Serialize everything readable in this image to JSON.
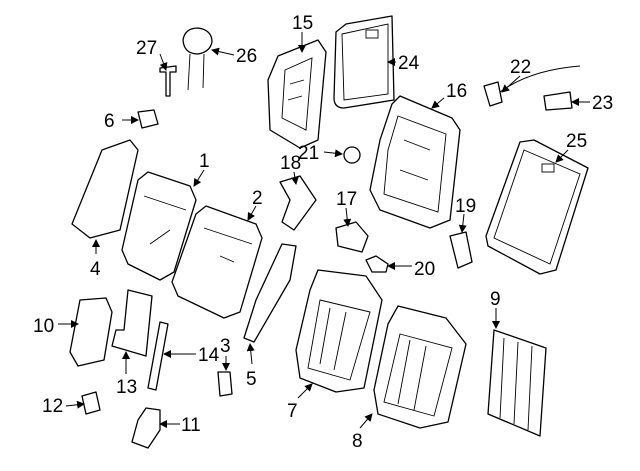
{
  "diagram": {
    "type": "exploded parts diagram",
    "callouts": [
      "1",
      "2",
      "3",
      "4",
      "5",
      "6",
      "7",
      "8",
      "9",
      "10",
      "11",
      "12",
      "13",
      "14",
      "15",
      "16",
      "17",
      "18",
      "19",
      "20",
      "21",
      "22",
      "23",
      "24",
      "25",
      "26",
      "27"
    ],
    "colors": {
      "line": "#000000",
      "background": "#ffffff"
    }
  }
}
